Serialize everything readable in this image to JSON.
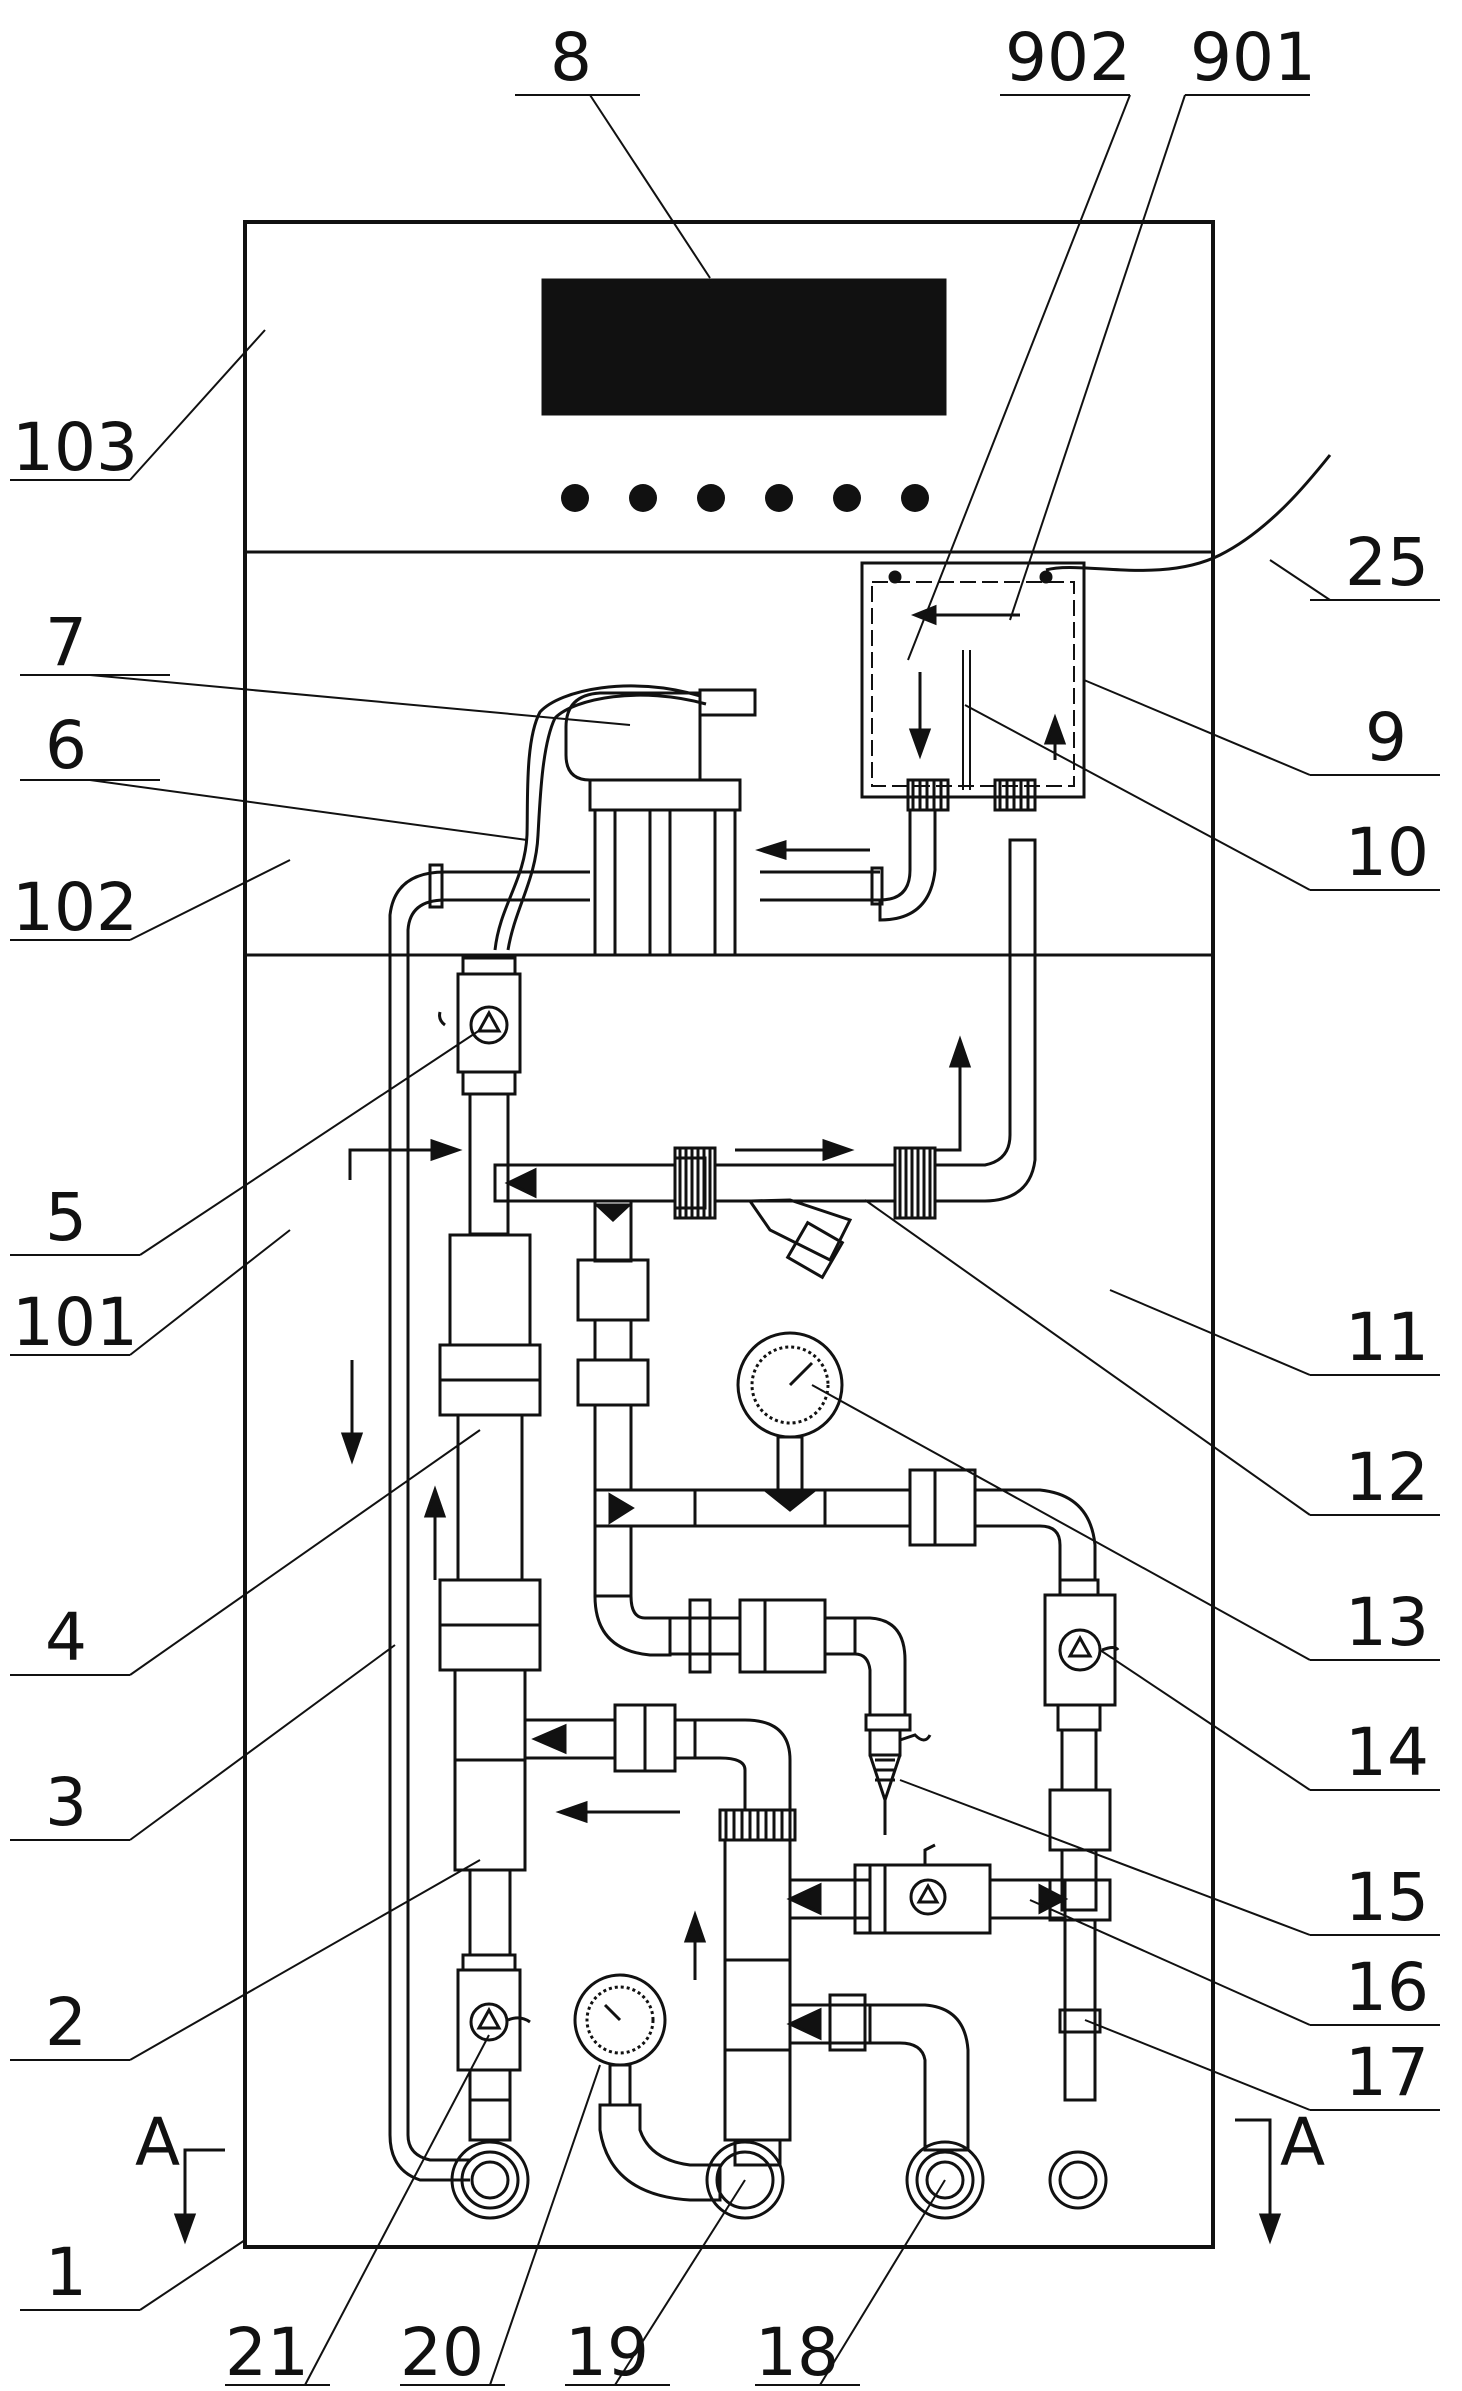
{
  "labels": {
    "l1": "1",
    "l2": "2",
    "l3": "3",
    "l4": "4",
    "l5": "5",
    "l6": "6",
    "l7": "7",
    "l8": "8",
    "l9": "9",
    "l10": "10",
    "l11": "11",
    "l12": "12",
    "l13": "13",
    "l14": "14",
    "l15": "15",
    "l16": "16",
    "l17": "17",
    "l18": "18",
    "l19": "19",
    "l20": "20",
    "l21": "21",
    "l25": "25",
    "l101": "101",
    "l102": "102",
    "l103": "103",
    "l901": "901",
    "l902": "902"
  },
  "section_marks": {
    "left": "A",
    "right": "A"
  },
  "colors": {
    "line": "#111111",
    "background": "#ffffff"
  }
}
